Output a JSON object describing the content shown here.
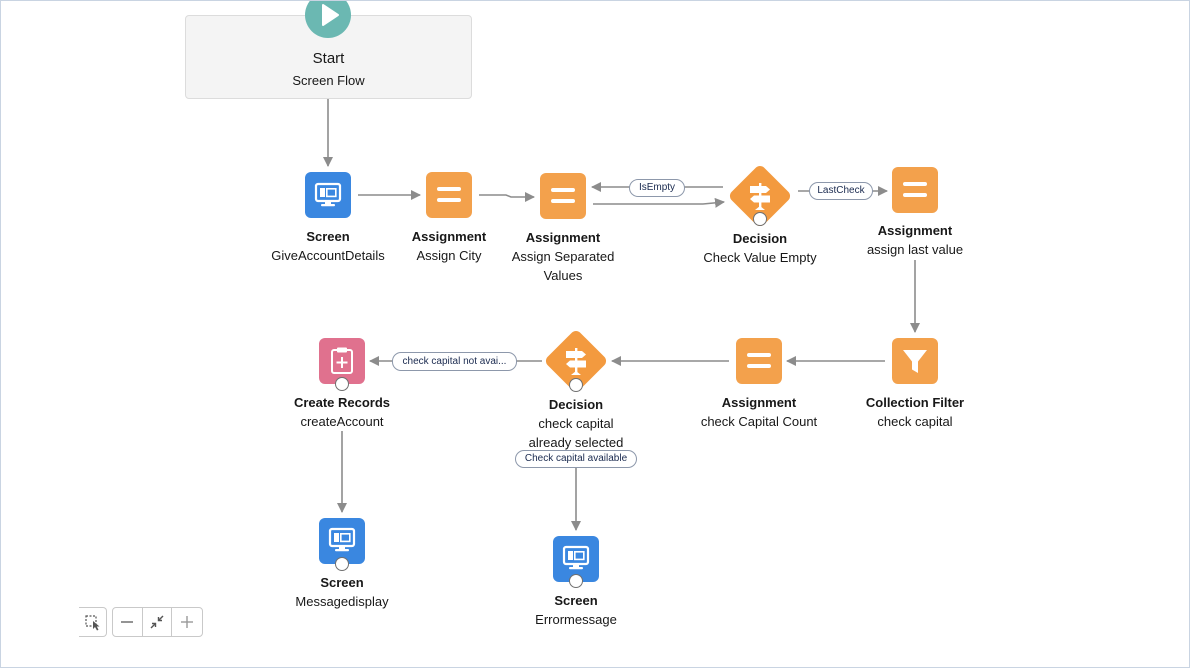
{
  "start": {
    "title": "Start",
    "subtitle": "Screen Flow",
    "icon": "play-icon"
  },
  "nodes": {
    "screen_give": {
      "type": "Screen",
      "label": "GiveAccountDetails",
      "icon": "screen-icon"
    },
    "assign_city": {
      "type": "Assignment",
      "label": "Assign City",
      "icon": "assignment-icon"
    },
    "assign_separated": {
      "type": "Assignment",
      "label": "Assign Separated Values",
      "icon": "assignment-icon"
    },
    "decision_empty": {
      "type": "Decision",
      "label": "Check Value Empty",
      "icon": "decision-icon"
    },
    "assign_last": {
      "type": "Assignment",
      "label": "assign last value",
      "icon": "assignment-icon"
    },
    "filter_capital": {
      "type": "Collection Filter",
      "label": "check capital",
      "icon": "filter-icon"
    },
    "assign_count": {
      "type": "Assignment",
      "label": "check Capital Count",
      "icon": "assignment-icon"
    },
    "decision_capital": {
      "type": "Decision",
      "label": "check capital already selected",
      "icon": "decision-icon"
    },
    "create_account": {
      "type": "Create Records",
      "label": "createAccount",
      "icon": "create-records-icon"
    },
    "screen_message": {
      "type": "Screen",
      "label": "Messagedisplay",
      "icon": "screen-icon"
    },
    "screen_error": {
      "type": "Screen",
      "label": "Errormessage",
      "icon": "screen-icon"
    }
  },
  "connector_labels": {
    "is_empty": "IsEmpty",
    "last_check": "LastCheck",
    "capital_not_available": "check capital not avai...",
    "capital_available": "Check capital available"
  },
  "zoom_controls": {
    "select": {
      "icon": "select-area-icon"
    },
    "zoom_out": {
      "icon": "minus-icon"
    },
    "fit_view": {
      "icon": "shrink-icon"
    },
    "zoom_in": {
      "icon": "plus-icon"
    }
  },
  "colors": {
    "start": "#6bb8b2",
    "screen": "#3a87e0",
    "assignment": "#f3a14c",
    "decision": "#f39a3f",
    "filter": "#f3a14c",
    "create": "#e0718e",
    "connector": "#8c8c8c"
  }
}
